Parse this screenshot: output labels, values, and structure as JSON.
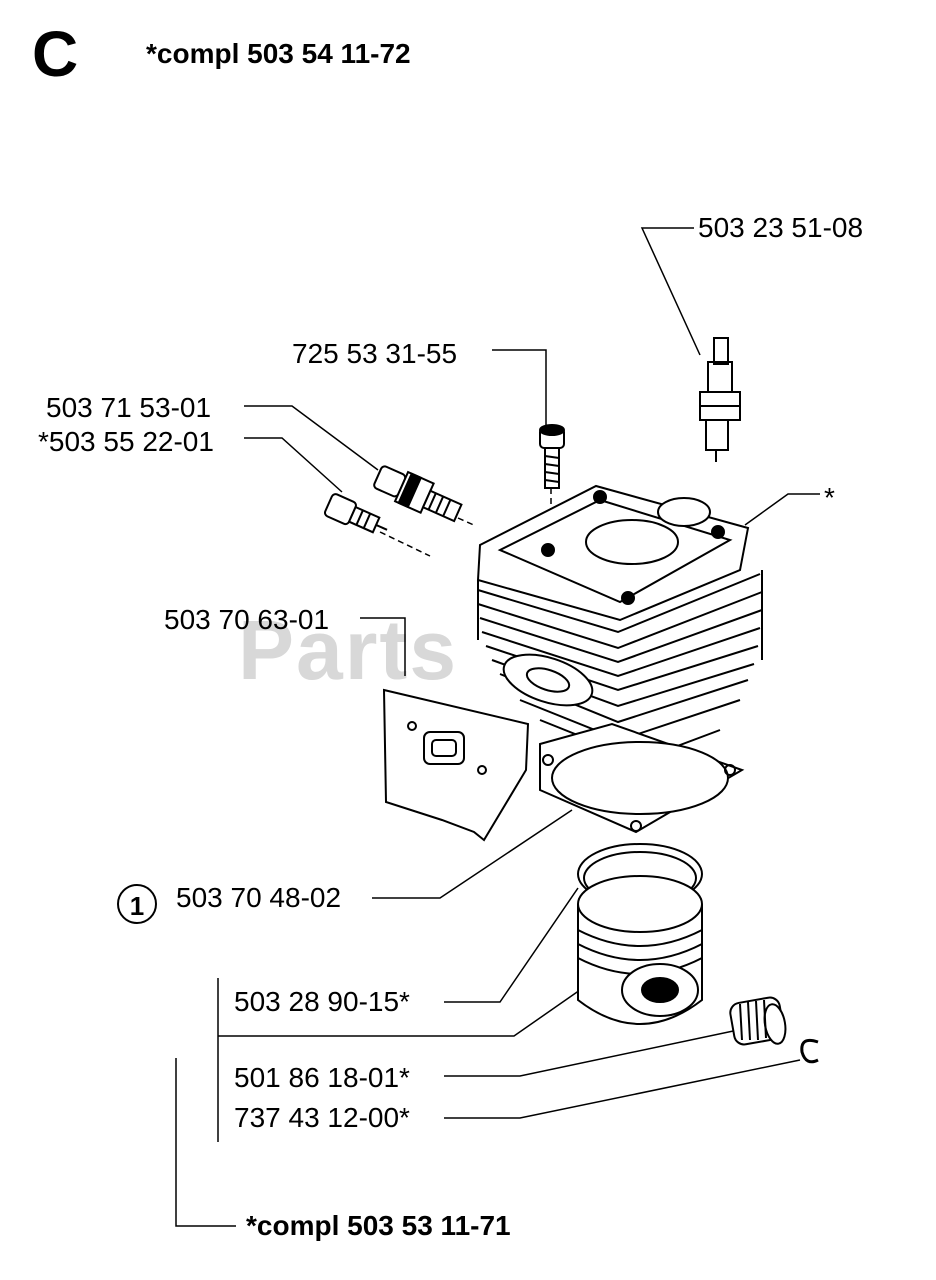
{
  "section_letter": "C",
  "kit_top": "*compl 503 54 11-72",
  "kit_bottom": "*compl 503 53 11-71",
  "watermark": "Parts",
  "reference_number": "1",
  "parts": {
    "spark_plug": "503 23 51-08",
    "screw": "725 53 31-55",
    "decompression_valve": "503 71 53-01",
    "plug": "*503 55 22-01",
    "cylinder": "*",
    "heat_shield": "503 70 63-01",
    "gasket": "503 70 48-02",
    "piston": "503 28 90-15*",
    "needle_bearing": "501 86 18-01*",
    "circlip": "737 43 12-00*"
  }
}
